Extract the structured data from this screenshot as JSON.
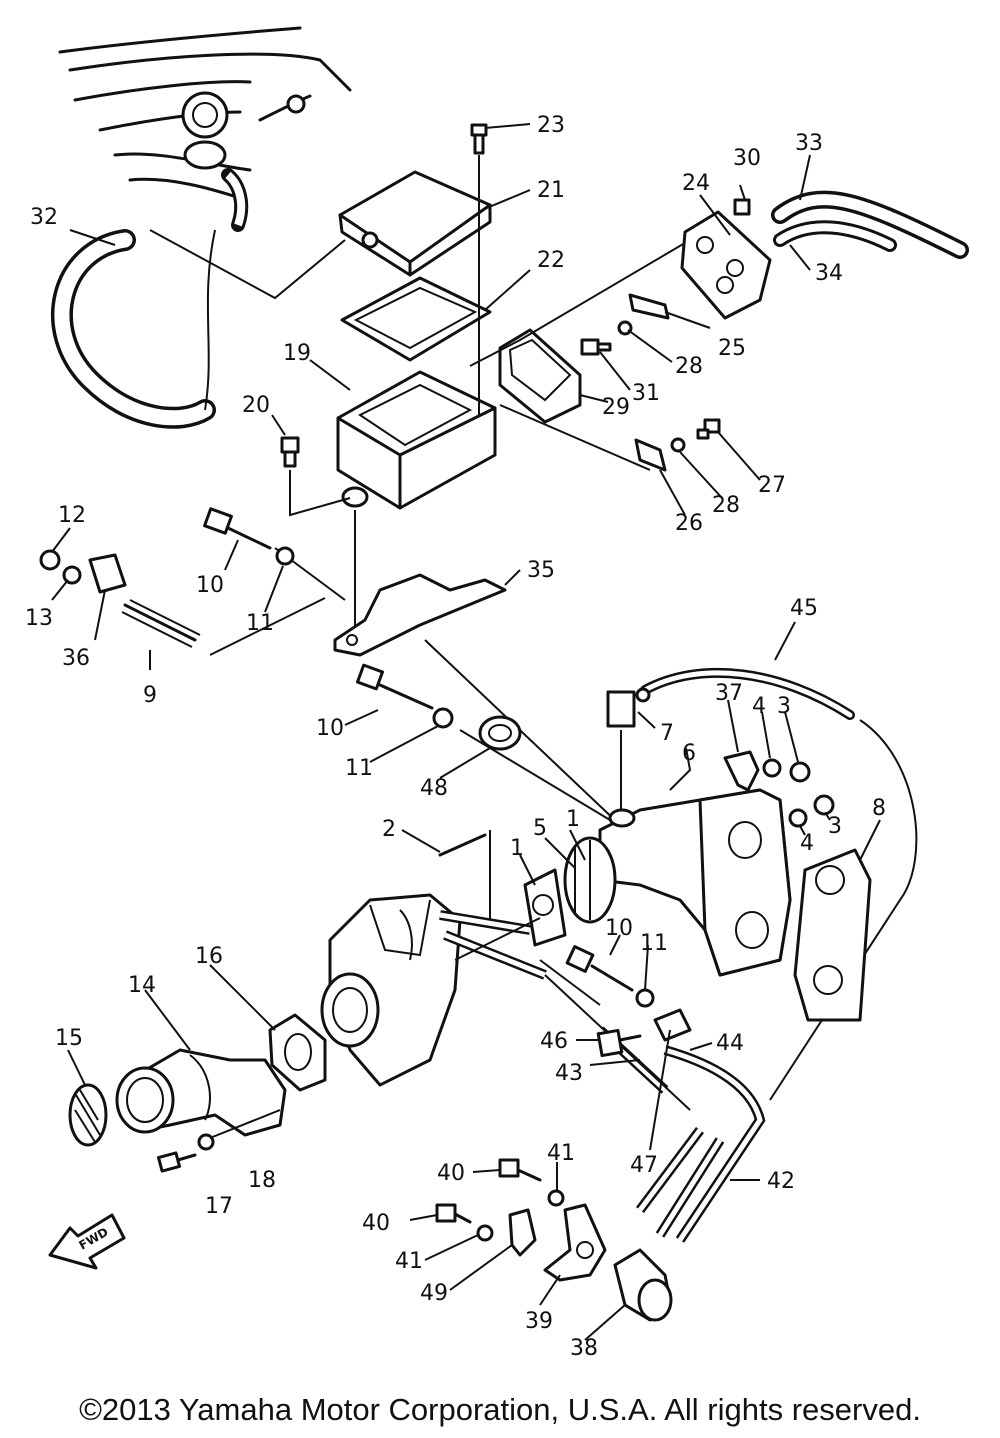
{
  "diagram": {
    "callouts": {
      "c1a": "1",
      "c1b": "1",
      "c2": "2",
      "c3a": "3",
      "c3b": "3",
      "c4a": "4",
      "c4b": "4",
      "c5": "5",
      "c6": "6",
      "c7": "7",
      "c8": "8",
      "c9": "9",
      "c10a": "10",
      "c10b": "10",
      "c10c": "10",
      "c11a": "11",
      "c11b": "11",
      "c11c": "11",
      "c12": "12",
      "c13": "13",
      "c14": "14",
      "c15": "15",
      "c16": "16",
      "c17": "17",
      "c18": "18",
      "c19": "19",
      "c20": "20",
      "c21": "21",
      "c22": "22",
      "c23": "23",
      "c24": "24",
      "c25": "25",
      "c26": "26",
      "c27": "27",
      "c28a": "28",
      "c28b": "28",
      "c29": "29",
      "c30": "30",
      "c31": "31",
      "c32": "32",
      "c33": "33",
      "c34": "34",
      "c35": "35",
      "c36": "36",
      "c37": "37",
      "c38": "38",
      "c39": "39",
      "c40a": "40",
      "c40b": "40",
      "c41a": "41",
      "c41b": "41",
      "c42": "42",
      "c43": "43",
      "c44": "44",
      "c45": "45",
      "c46": "46",
      "c47": "47",
      "c48": "48",
      "c49": "49"
    },
    "fwd_label": "FWD"
  },
  "copyright": "©2013 Yamaha Motor Corporation, U.S.A. All rights reserved."
}
